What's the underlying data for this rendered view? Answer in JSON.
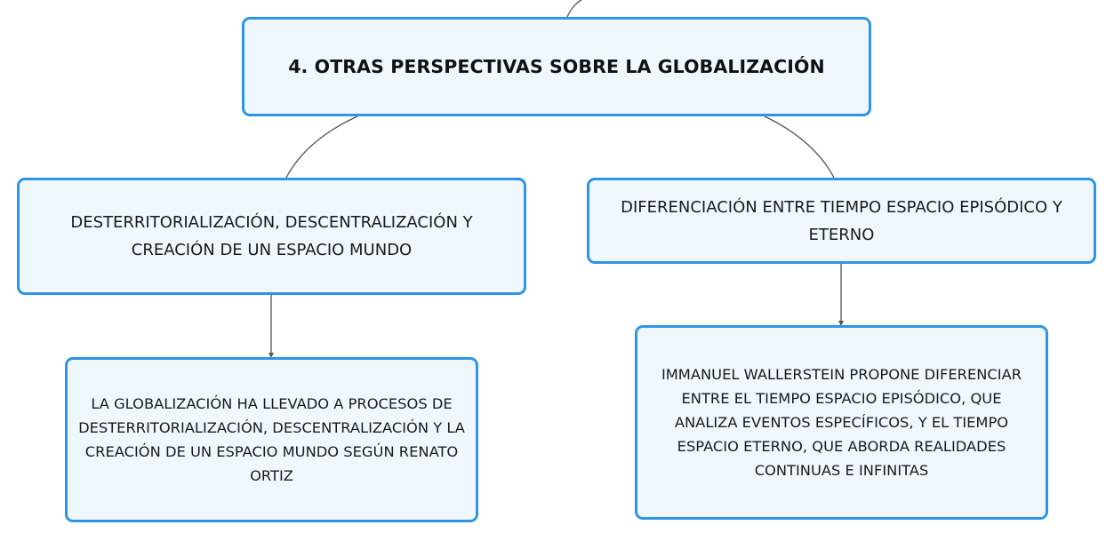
{
  "theme": {
    "node_fill": "#eff7fd",
    "node_border": "#2d95e3",
    "connector": "#555555",
    "text": "#1a1a1a"
  },
  "root": {
    "text": "4. OTRAS PERSPECTIVAS SOBRE LA GLOBALIZACIÓN"
  },
  "branches": {
    "left": {
      "text": "DESTERRITORIALIZACIÓN, DESCENTRALIZACIÓN Y CREACIÓN DE UN ESPACIO MUNDO",
      "child": {
        "text": "LA GLOBALIZACIÓN HA LLEVADO A PROCESOS DE DESTERRITORIALIZACIÓN, DESCENTRALIZACIÓN Y LA CREACIÓN DE UN ESPACIO MUNDO SEGÚN RENATO ORTIZ"
      }
    },
    "right": {
      "text": "DIFERENCIACIÓN ENTRE TIEMPO ESPACIO EPISÓDICO Y ETERNO",
      "child": {
        "text": "IMMANUEL WALLERSTEIN PROPONE DIFERENCIAR ENTRE EL TIEMPO ESPACIO EPISÓDICO, QUE ANALIZA EVENTOS ESPECÍFICOS, Y EL TIEMPO ESPACIO ETERNO, QUE ABORDA REALIDADES CONTINUAS E INFINITAS"
      }
    }
  }
}
